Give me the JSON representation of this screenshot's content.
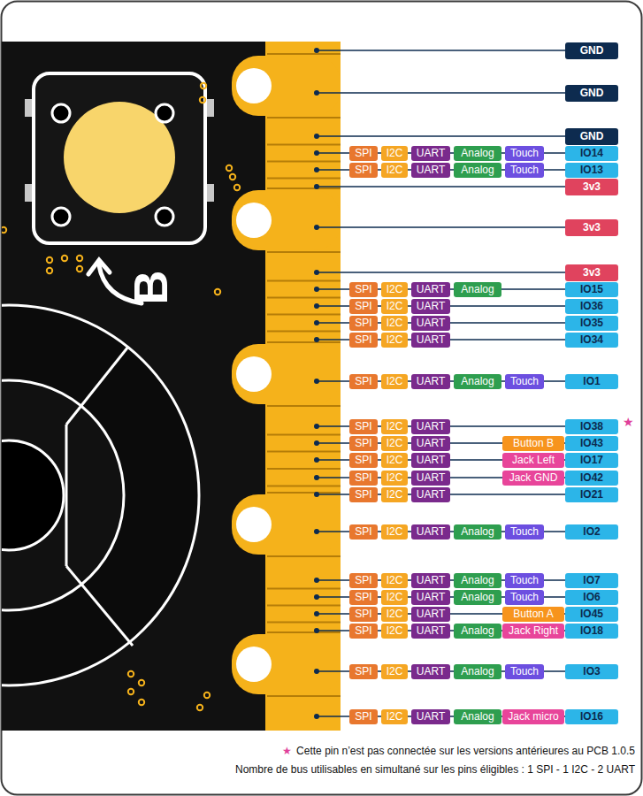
{
  "diagram": {
    "nodes": [
      {
        "text": [
          "GND"
        ]
      },
      {
        "text": [
          "GND"
        ]
      },
      {
        "text": [
          "GND"
        ]
      },
      {
        "text": [
          "SPI"
        ]
      },
      {
        "text": [
          "I2C"
        ]
      },
      {
        "text": [
          "UART"
        ]
      },
      {
        "text": [
          "Analog"
        ]
      },
      {
        "text": [
          "Touch"
        ]
      },
      {
        "text": [
          "IO14"
        ]
      },
      {
        "text": [
          "SPI"
        ]
      },
      {
        "text": [
          "I2C"
        ]
      },
      {
        "text": [
          "UART"
        ]
      },
      {
        "text": [
          "Analog"
        ]
      },
      {
        "text": [
          "Touch"
        ]
      },
      {
        "text": [
          "IO13"
        ]
      },
      {
        "text": [
          "3v3"
        ]
      },
      {
        "text": [
          "3v3"
        ]
      },
      {
        "text": [
          "3v3"
        ]
      },
      {
        "text": [
          "SPI"
        ]
      },
      {
        "text": [
          "I2C"
        ]
      },
      {
        "text": [
          "UART"
        ]
      },
      {
        "text": [
          "Analog"
        ]
      },
      {
        "text": [
          "IO15"
        ]
      },
      {
        "text": [
          "SPI"
        ]
      },
      {
        "text": [
          "I2C"
        ]
      },
      {
        "text": [
          "UART"
        ]
      },
      {
        "text": [
          "IO36"
        ]
      },
      {
        "text": [
          "SPI"
        ]
      },
      {
        "text": [
          "I2C"
        ]
      },
      {
        "text": [
          "UART"
        ]
      },
      {
        "text": [
          "IO35"
        ]
      },
      {
        "text": [
          "SPI"
        ]
      },
      {
        "text": [
          "I2C"
        ]
      },
      {
        "text": [
          "UART"
        ]
      },
      {
        "text": [
          "IO34"
        ]
      },
      {
        "text": [
          "SPI"
        ]
      },
      {
        "text": [
          "I2C"
        ]
      },
      {
        "text": [
          "UART"
        ]
      },
      {
        "text": [
          "Analog"
        ]
      },
      {
        "text": [
          "Touch"
        ]
      },
      {
        "text": [
          "IO1"
        ]
      },
      {
        "text": [
          "SPI"
        ]
      },
      {
        "text": [
          "I2C"
        ]
      },
      {
        "text": [
          "UART"
        ]
      },
      {
        "text": [
          "IO38"
        ]
      },
      {
        "text": [
          "SPI"
        ]
      },
      {
        "text": [
          "I2C"
        ]
      },
      {
        "text": [
          "UART"
        ]
      },
      {
        "text": [
          "Button B"
        ]
      },
      {
        "text": [
          "IO43"
        ]
      },
      {
        "text": [
          "SPI"
        ]
      },
      {
        "text": [
          "I2C"
        ]
      },
      {
        "text": [
          "UART"
        ]
      },
      {
        "text": [
          "Jack Left"
        ]
      },
      {
        "text": [
          "IO17"
        ]
      },
      {
        "text": [
          "SPI"
        ]
      },
      {
        "text": [
          "I2C"
        ]
      },
      {
        "text": [
          "UART"
        ]
      },
      {
        "text": [
          "Jack GND"
        ]
      },
      {
        "text": [
          "IO42"
        ]
      },
      {
        "text": [
          "SPI"
        ]
      },
      {
        "text": [
          "I2C"
        ]
      },
      {
        "text": [
          "UART"
        ]
      },
      {
        "text": [
          "IO21"
        ]
      },
      {
        "text": [
          "SPI"
        ]
      },
      {
        "text": [
          "I2C"
        ]
      },
      {
        "text": [
          "UART"
        ]
      },
      {
        "text": [
          "Analog"
        ]
      },
      {
        "text": [
          "Touch"
        ]
      },
      {
        "text": [
          "IO2"
        ]
      },
      {
        "text": [
          "SPI"
        ]
      },
      {
        "text": [
          "I2C"
        ]
      },
      {
        "text": [
          "UART"
        ]
      },
      {
        "text": [
          "Analog"
        ]
      },
      {
        "text": [
          "Touch"
        ]
      },
      {
        "text": [
          "IO7"
        ]
      },
      {
        "text": [
          "SPI"
        ]
      },
      {
        "text": [
          "I2C"
        ]
      },
      {
        "text": [
          "UART"
        ]
      },
      {
        "text": [
          "Analog"
        ]
      },
      {
        "text": [
          "Touch"
        ]
      },
      {
        "text": [
          "IO6"
        ]
      },
      {
        "text": [
          "SPI"
        ]
      },
      {
        "text": [
          "I2C"
        ]
      },
      {
        "text": [
          "UART"
        ]
      },
      {
        "text": [
          "Button A"
        ]
      },
      {
        "text": [
          "IO45"
        ]
      },
      {
        "text": [
          "SPI"
        ]
      },
      {
        "text": [
          "I2C"
        ]
      },
      {
        "text": [
          "UART"
        ]
      },
      {
        "text": [
          "Analog"
        ]
      },
      {
        "text": [
          "Jack Right"
        ]
      },
      {
        "text": [
          "IO18"
        ]
      },
      {
        "text": [
          "SPI"
        ]
      },
      {
        "text": [
          "I2C"
        ]
      },
      {
        "text": [
          "UART"
        ]
      },
      {
        "text": [
          "Analog"
        ]
      },
      {
        "text": [
          "Touch"
        ]
      },
      {
        "text": [
          "IO3"
        ]
      },
      {
        "text": [
          "SPI"
        ]
      },
      {
        "text": [
          "I2C"
        ]
      },
      {
        "text": [
          "UART"
        ]
      },
      {
        "text": [
          "Analog"
        ]
      },
      {
        "text": [
          "Jack micro"
        ]
      },
      {
        "text": [
          "IO16"
        ]
      }
    ],
    "labels": [
      "B",
      "★",
      "★",
      "Cette pin n’est pas connectée sur les versions antérieures au PCB 1.0.5",
      "Nombre de bus utilisables en simultané sur les pins éligibles : 1 SPI - 1 I2C - 2 UART"
    ]
  }
}
